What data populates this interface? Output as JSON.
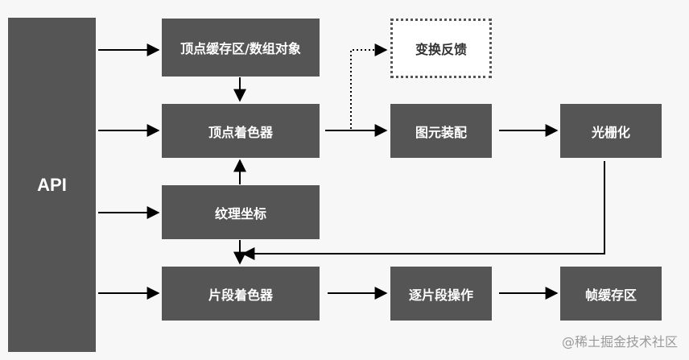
{
  "api": "API",
  "nodes": {
    "vertex_buffer": "顶点缓存区/数组对象",
    "vertex_shader": "顶点着色器",
    "texture_coords": "纹理坐标",
    "fragment_shader": "片段着色器",
    "transform_feedback": "变换反馈",
    "primitive_assembly": "图元装配",
    "rasterization": "光栅化",
    "per_fragment_ops": "逐片段操作",
    "framebuffer": "帧缓存区"
  },
  "watermark": "@稀土掘金技术社区",
  "colors": {
    "node": "#555555",
    "edge": "#000000",
    "background": "#f7f7f7"
  }
}
